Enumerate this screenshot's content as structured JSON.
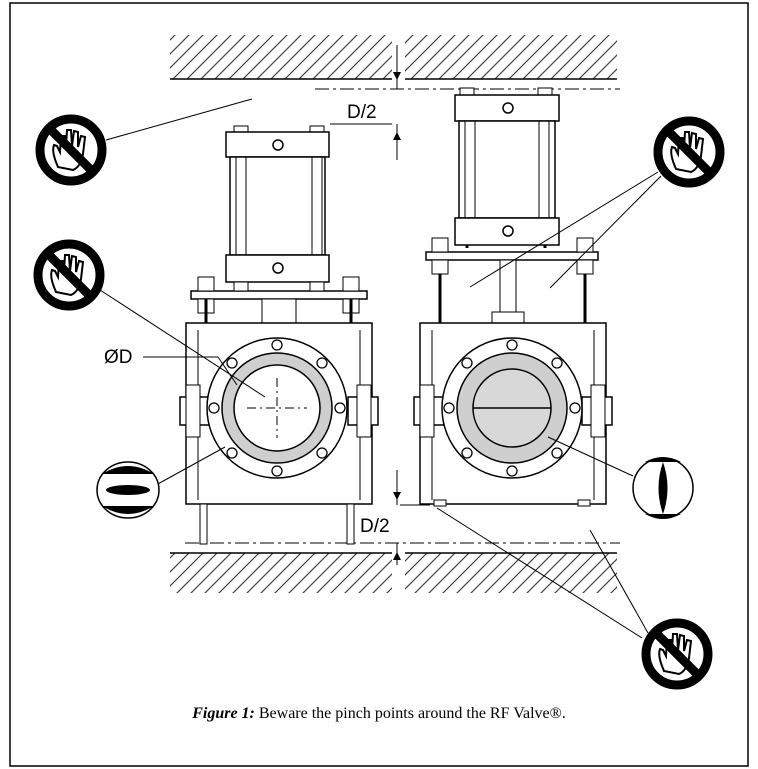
{
  "labels": {
    "dim_top": "D/2",
    "dim_bottom": "D/2",
    "diameter": "ØD"
  },
  "caption": {
    "figure": "Figure 1:",
    "text": "Beware the pinch points around the RF Valve®."
  },
  "icons": [
    "no-hands-warning-icon",
    "open-sleeve-icon",
    "closed-sleeve-icon"
  ]
}
